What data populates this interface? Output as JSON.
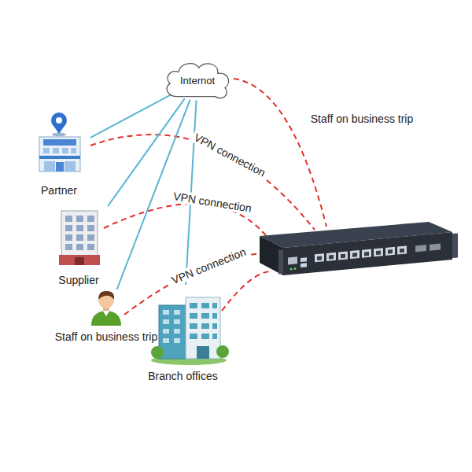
{
  "diagram": {
    "nodes": [
      {
        "text": [
          "Internot"
        ]
      },
      {
        "text": [
          "Partner"
        ]
      },
      {
        "text": [
          "Supplier"
        ]
      },
      {
        "text": [
          "Staff on business trip"
        ]
      },
      {
        "text": [
          "Branch offices"
        ]
      }
    ],
    "edges": [
      {
        "from": 1,
        "to": 0,
        "arrow": "none"
      },
      {
        "from": 2,
        "to": 0,
        "arrow": "none"
      },
      {
        "from": 3,
        "to": 0,
        "arrow": "none"
      },
      {
        "from": 4,
        "to": 0,
        "arrow": "none"
      }
    ],
    "labels": [
      "Staff on business trip",
      "VPN connection",
      "VPN connection",
      "VPN connection"
    ]
  }
}
